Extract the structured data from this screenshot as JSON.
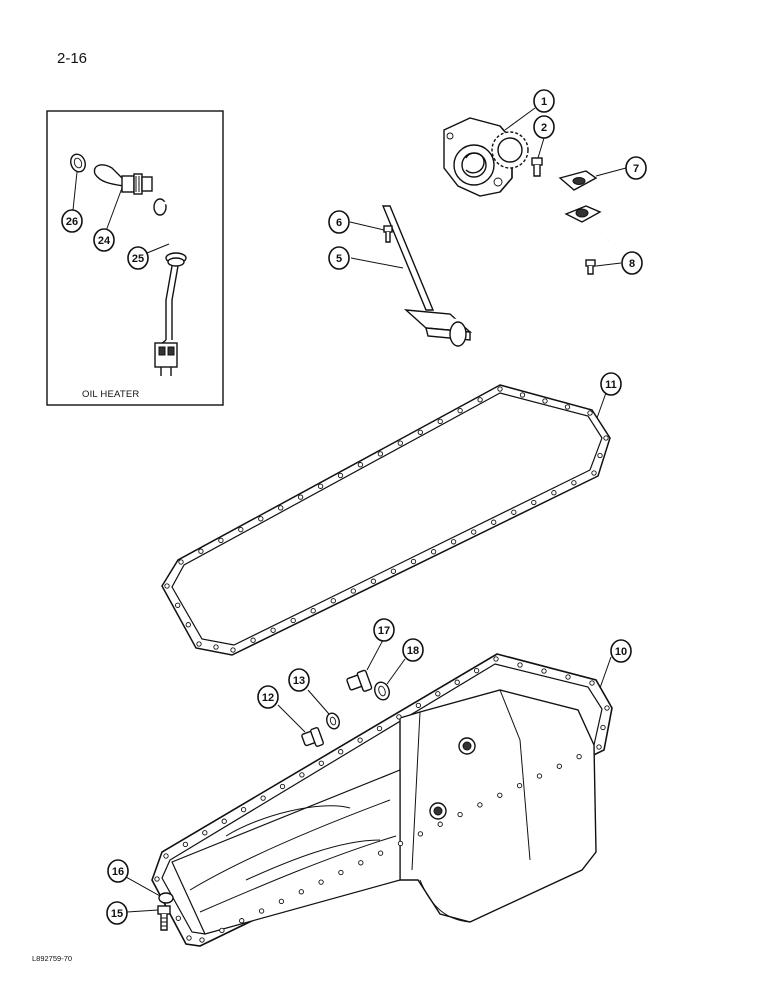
{
  "page_number": "2-16",
  "inset_caption": "OIL HEATER",
  "drawing_code": "L892759-70",
  "callouts": [
    "1",
    "2",
    "5",
    "6",
    "7",
    "8",
    "10",
    "11",
    "12",
    "13",
    "15",
    "16",
    "17",
    "18",
    "24",
    "25",
    "26"
  ]
}
